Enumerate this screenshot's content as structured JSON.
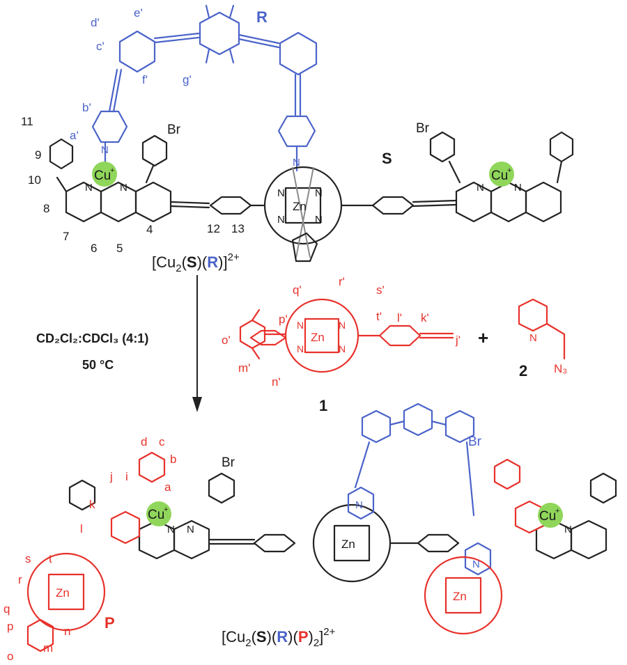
{
  "colors": {
    "black": "#1a1a1a",
    "red": "#e8312b",
    "blue": "#4b63c9",
    "copper_ball": "#8fd65a"
  },
  "top": {
    "rotor_label": "R",
    "stator_label": "S",
    "br_left": "Br",
    "br_right": "Br",
    "cu_left": "Cu",
    "cu_right": "Cu",
    "cu_charge": "+",
    "zn": "Zn",
    "n": "N",
    "numbers": [
      "11",
      "9",
      "10",
      "8",
      "7",
      "6",
      "5",
      "4",
      "12",
      "13"
    ],
    "rotor_letters": [
      "d'",
      "e'",
      "c'",
      "f'",
      "g'",
      "b'",
      "a'"
    ],
    "complex_prefix": "[Cu",
    "complex_sub": "2",
    "complex_open": "(",
    "complex_s": "S",
    "complex_mid": ")(",
    "complex_r": "R",
    "complex_close": ")]",
    "complex_charge": "2+"
  },
  "conditions": {
    "line1": "CD₂Cl₂:CDCl₃ (4:1)",
    "line2": "50 °C"
  },
  "reagent1": {
    "label": "1",
    "zn": "Zn",
    "n": "N",
    "letters": [
      "q'",
      "r'",
      "s'",
      "t'",
      "p'",
      "o'",
      "m'",
      "n'",
      "l'",
      "k'",
      "j'"
    ]
  },
  "plus": "+",
  "reagent2": {
    "label": "2",
    "n": "N",
    "azide": "N₃"
  },
  "bottom": {
    "p_label": "P",
    "br_left": "Br",
    "br_right": "Br",
    "cu_left": "Cu",
    "cu_right": "Cu",
    "cu_charge": "+",
    "zn": "Zn",
    "n": "N",
    "letters": [
      "d",
      "c",
      "b",
      "j",
      "i",
      "a",
      "k",
      "l",
      "s",
      "t",
      "r",
      "q",
      "p",
      "n",
      "m",
      "o"
    ],
    "complex_prefix": "[Cu",
    "complex_sub": "2",
    "complex_open": "(",
    "complex_s": "S",
    "complex_mid1": ")(",
    "complex_r": "R",
    "complex_mid2": ")(",
    "complex_p": "P",
    "complex_close": ")",
    "complex_sub2": "2",
    "complex_close2": "]",
    "complex_charge": "2+"
  }
}
